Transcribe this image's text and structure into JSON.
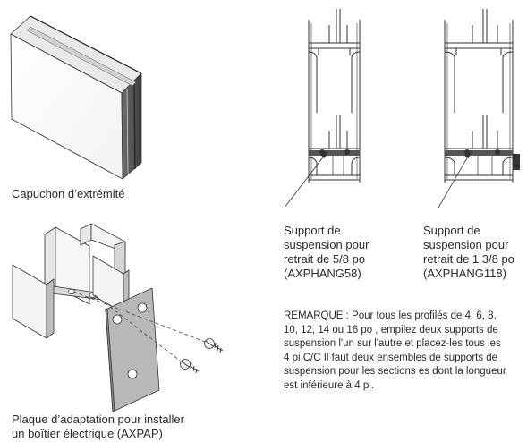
{
  "labels": {
    "end_cap": "Capuchon d’extrémité",
    "adapter_plate_line1": "Plaque d’adaptation pour installer",
    "adapter_plate_line2": "un boîtier électrique (AXPAP)",
    "hanger_58": [
      "Support de",
      "suspension pour",
      "retrait de 5/8 po",
      "(AXPHANG58)"
    ],
    "hanger_118": [
      "Support de",
      "suspension pour",
      "retrait de 1 3/8 po",
      "(AXPHANG118)"
    ]
  },
  "note_lines": [
    "REMARQUE : Pour tous les profilés de 4, 6, 8,",
    "10, 12, 14 ou 16 po , empilez deux supports de",
    "suspension l'un sur l'autre et placez-les tous les",
    "4 pi C/C Il faut deux ensembles de supports de",
    "suspension pour les sections es dont la longueur",
    "est inférieure à 4 pi."
  ]
}
